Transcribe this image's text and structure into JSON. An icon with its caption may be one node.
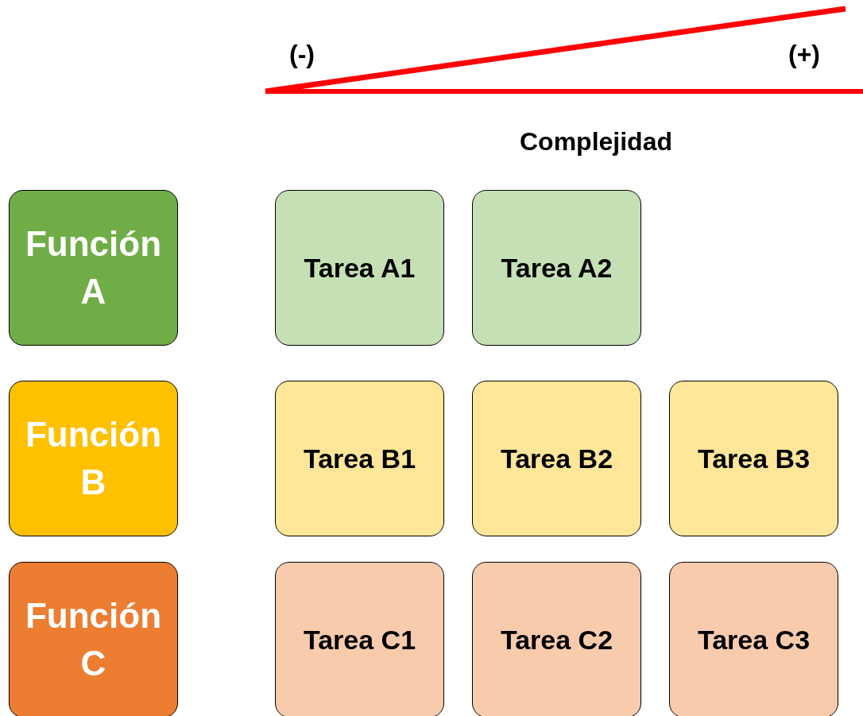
{
  "diagram": {
    "nodes": [
      {
        "text": [
          "Función A"
        ]
      },
      {
        "text": [
          "Tarea A1"
        ]
      },
      {
        "text": [
          "Tarea A2"
        ]
      },
      {
        "text": [
          "Función B"
        ]
      },
      {
        "text": [
          "Tarea B1"
        ]
      },
      {
        "text": [
          "Tarea B2"
        ]
      },
      {
        "text": [
          "Tarea B3"
        ]
      },
      {
        "text": [
          "Función C"
        ]
      },
      {
        "text": [
          "Tarea C1"
        ]
      },
      {
        "text": [
          "Tarea C2"
        ]
      },
      {
        "text": [
          "Tarea C3"
        ]
      }
    ],
    "labels": [
      "(-)",
      "(+)",
      "Complejidad"
    ]
  }
}
